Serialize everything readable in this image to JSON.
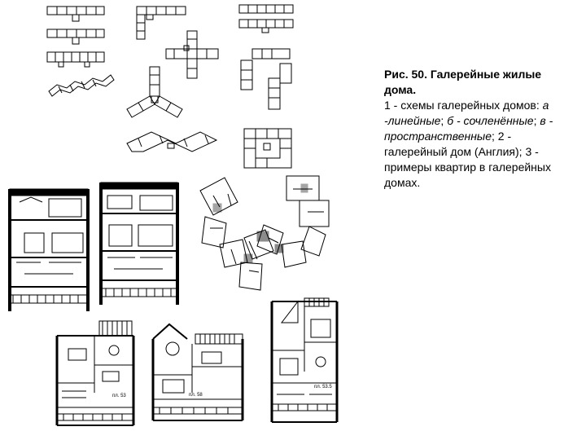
{
  "caption": {
    "title": "Рис. 50. Галерейные жилые дома.",
    "line1_prefix": "1 - схемы галерейных домов: ",
    "type_a": "а -линейные",
    "sep_ab": "; ",
    "type_b": "б - сочленённые",
    "sep_bc": "; ",
    "type_c": "в - пространственные",
    "line2": "; 2 - галерейный дом (Англия); 3 - примеры квартир в галерейных домах."
  },
  "plan_labels": {
    "area_1": "пл. 53",
    "area_2": "пл. 58",
    "area_3": "пл. 53.5"
  },
  "colors": {
    "ink": "#000000",
    "paper": "#ffffff"
  }
}
